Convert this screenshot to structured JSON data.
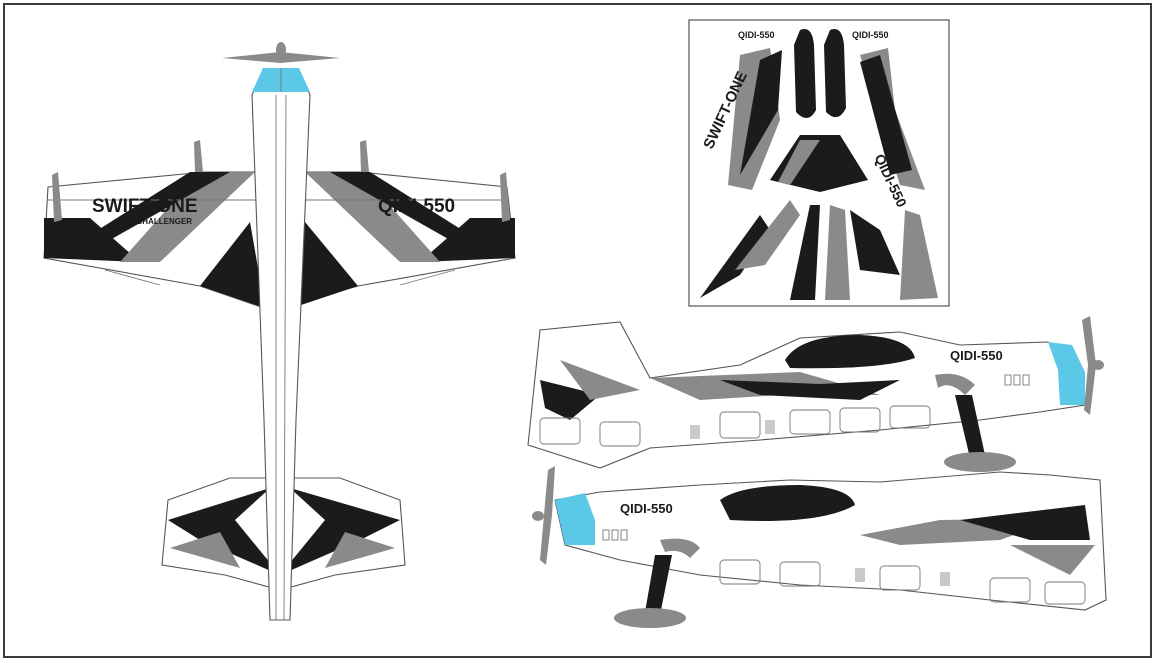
{
  "decals": {
    "swift_one": "SWIFT-ONE",
    "sky_challenger": "SKY CHALLENGER",
    "model": "QIDI-550"
  },
  "colors": {
    "outline": "#555555",
    "decal_black": "#1b1b1b",
    "decal_gray": "#8a8a8a",
    "cowl_blue": "#5cc8e8"
  }
}
